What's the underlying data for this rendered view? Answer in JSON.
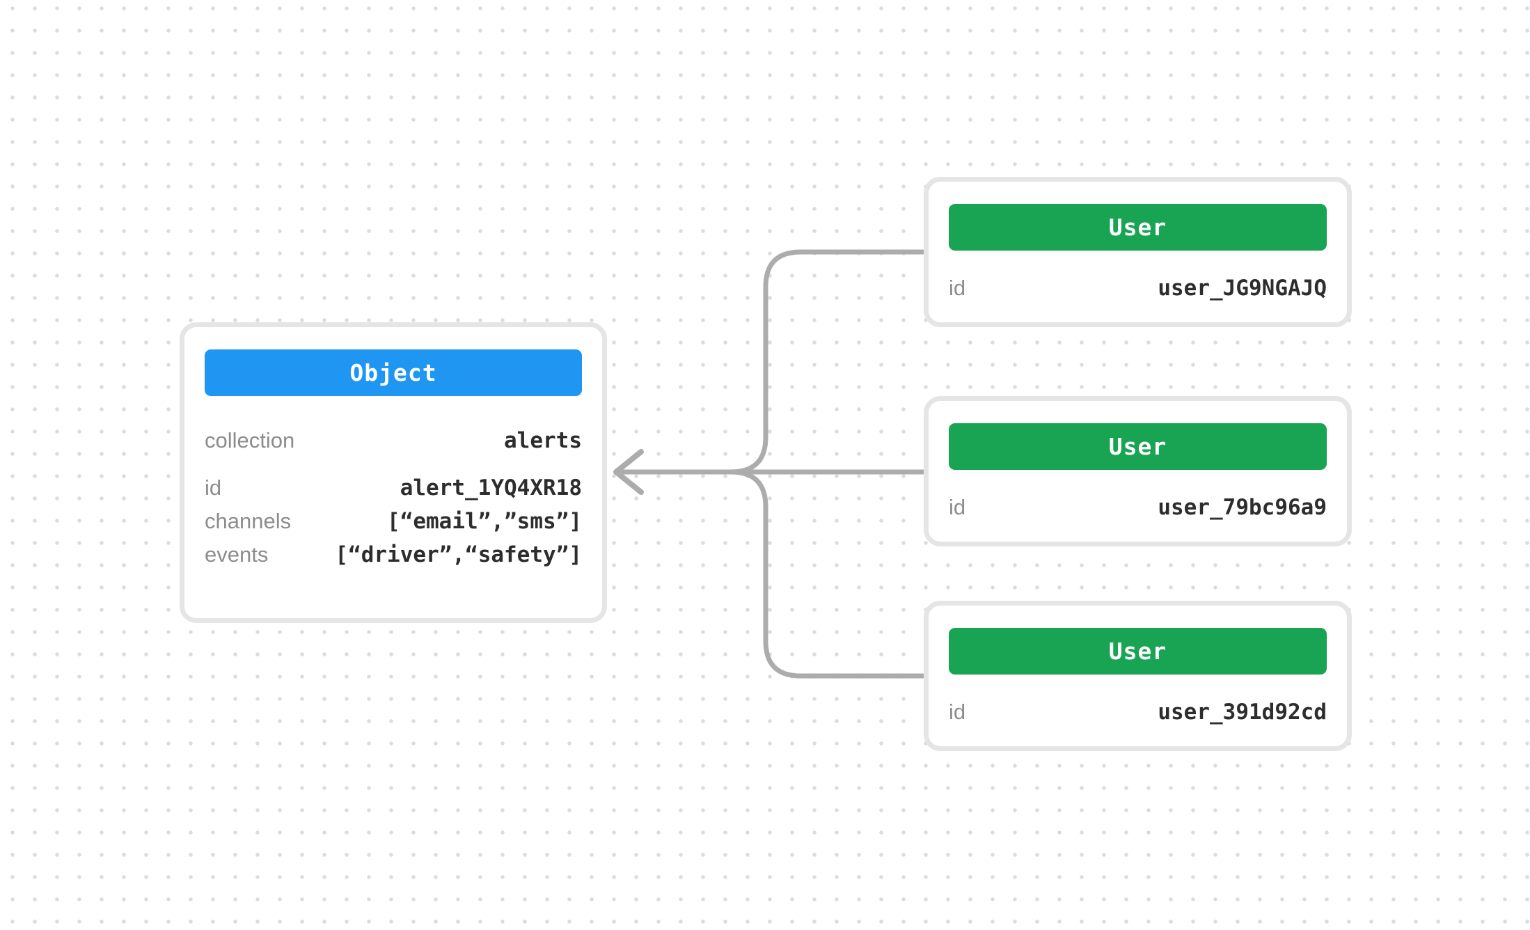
{
  "colors": {
    "object_header_bg": "#1e96f2",
    "user_header_bg": "#18a452",
    "wire": "#acacac",
    "card_border": "#e5e5e5",
    "label_text": "#8c8c8c",
    "value_text": "#2d2d2d",
    "dot_grid": "#dcdcdc"
  },
  "object_node": {
    "header": "Object",
    "rows": [
      {
        "label": "collection",
        "value": "alerts"
      },
      {
        "label": "id",
        "value": "alert_1YQ4XR18"
      },
      {
        "label": "channels",
        "value": "[“email”,”sms”]"
      },
      {
        "label": "events",
        "value": "[“driver”,“safety”]"
      }
    ]
  },
  "user_nodes": [
    {
      "header": "User",
      "rows": [
        {
          "label": "id",
          "value": "user_JG9NGAJQ"
        }
      ]
    },
    {
      "header": "User",
      "rows": [
        {
          "label": "id",
          "value": "user_79bc96a9"
        }
      ]
    },
    {
      "header": "User",
      "rows": [
        {
          "label": "id",
          "value": "user_391d92cd"
        }
      ]
    }
  ]
}
